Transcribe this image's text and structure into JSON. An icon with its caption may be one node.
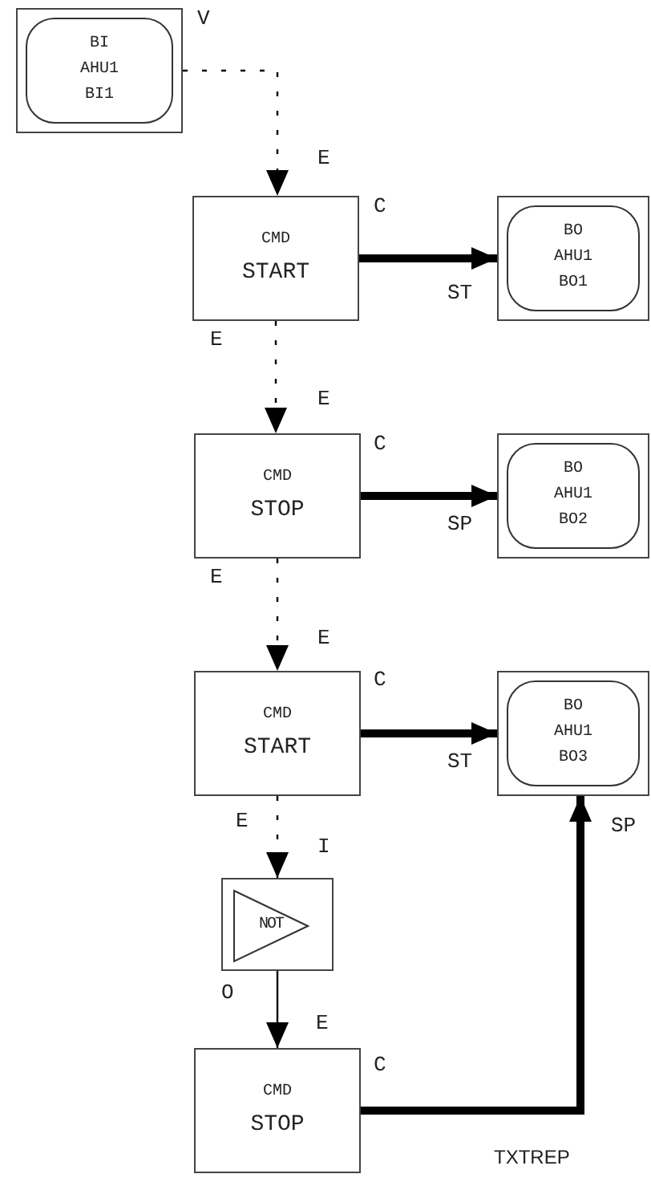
{
  "diagram": {
    "nodes": [
      {
        "text": [
          "BI",
          "AHU1",
          "BI1"
        ]
      },
      {
        "text": [
          "CMD",
          "START"
        ]
      },
      {
        "text": [
          "BO",
          "AHU1",
          "BO1"
        ]
      },
      {
        "text": [
          "CMD",
          "STOP"
        ]
      },
      {
        "text": [
          "BO",
          "AHU1",
          "BO2"
        ]
      },
      {
        "text": [
          "CMD",
          "START"
        ]
      },
      {
        "text": [
          "BO",
          "AHU1",
          "BO3"
        ]
      },
      {
        "text": [
          "NOT"
        ]
      },
      {
        "text": [
          "CMD",
          "STOP"
        ]
      }
    ],
    "edges": [
      {
        "from": 0,
        "to": 1,
        "arrow": "to",
        "style": "dashed"
      },
      {
        "from": 1,
        "to": 2,
        "arrow": "to",
        "style": "thick"
      },
      {
        "from": 1,
        "to": 3,
        "arrow": "to",
        "style": "dashed"
      },
      {
        "from": 3,
        "to": 4,
        "arrow": "to",
        "style": "thick"
      },
      {
        "from": 3,
        "to": 5,
        "arrow": "to",
        "style": "dashed"
      },
      {
        "from": 5,
        "to": 6,
        "arrow": "to",
        "style": "thick"
      },
      {
        "from": 5,
        "to": 7,
        "arrow": "to",
        "style": "dashed"
      },
      {
        "from": 7,
        "to": 8,
        "arrow": "to"
      },
      {
        "from": 8,
        "to": 6,
        "arrow": "to",
        "style": "thick"
      }
    ],
    "labels": [
      "V",
      "E",
      "C",
      "ST",
      "E",
      "E",
      "C",
      "SP",
      "E",
      "E",
      "C",
      "ST",
      "SP",
      "E",
      "I",
      "O",
      "E",
      "C",
      "TXTREP"
    ]
  }
}
